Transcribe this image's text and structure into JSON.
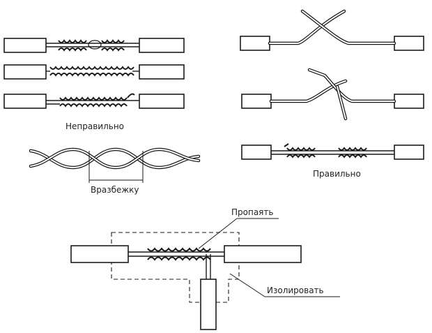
{
  "labels": {
    "wrong": "Неправильно",
    "correct": "Правильно",
    "loose": "Вразбежку",
    "solder": "Пропаять",
    "insulate": "Изолировать"
  },
  "colors": {
    "ink": "#1a1a1a",
    "background": "#ffffff"
  }
}
